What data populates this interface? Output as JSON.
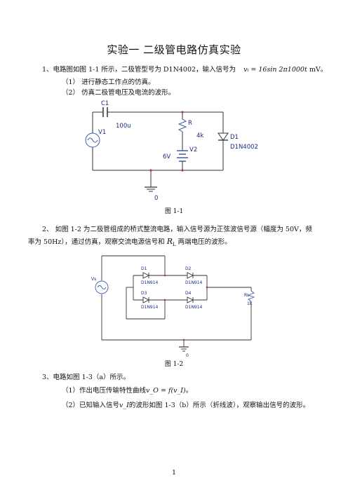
{
  "doc": {
    "title": "实验一  二级管电路仿真实验",
    "q1": {
      "text": "1、电路图如图 1-1 所示，二极管型号为 D1N4002，输入信号为",
      "formula": "vᵢ = 16sin 2π1000t",
      "unit": "mV。",
      "items": [
        "（1）   进行静态工作点的仿真。",
        "（2）   仿真二极管电压及电流的波形。"
      ],
      "caption": "图 1-1",
      "circuit": {
        "c1": "C1",
        "c1_val": "100u",
        "v1": "V1",
        "r": "R",
        "r_val": "4k",
        "v2": "V2",
        "v2_val": "6V",
        "d1": "D1",
        "d1_model": "D1N4002",
        "gnd": "0"
      }
    },
    "q2": {
      "text_line1": "2、   如图 1-2 为二极管组成的桥式整流电路，输入信号源为正弦波信号源（幅度为 50V，频",
      "text_line2a": "率为 50Hz），通过仿真，观察交流电源信号和",
      "rl": "R",
      "rl_sub": "L",
      "text_line2b": "两端电压的波形。",
      "caption": "图 1-2",
      "circuit": {
        "vs": "Vs",
        "d1": "D1",
        "d2": "D2",
        "d3": "D3",
        "d4": "D4",
        "model": "D1N914",
        "rl": "RL",
        "rl_val": "1k",
        "gnd": "0"
      }
    },
    "q3": {
      "text": "3、电路如图 1-3（a）所示。",
      "item1a": "（1）作出电压传输特性曲线",
      "item1_formula": "v_O = f(v_I)",
      "item1b": "。",
      "item2a": "（2）已知输入信号",
      "item2_var": "v_I",
      "item2b": "的波形如图 1-3（b）所示（折线波），观察输出信号的波形。"
    },
    "page_number": "1"
  }
}
